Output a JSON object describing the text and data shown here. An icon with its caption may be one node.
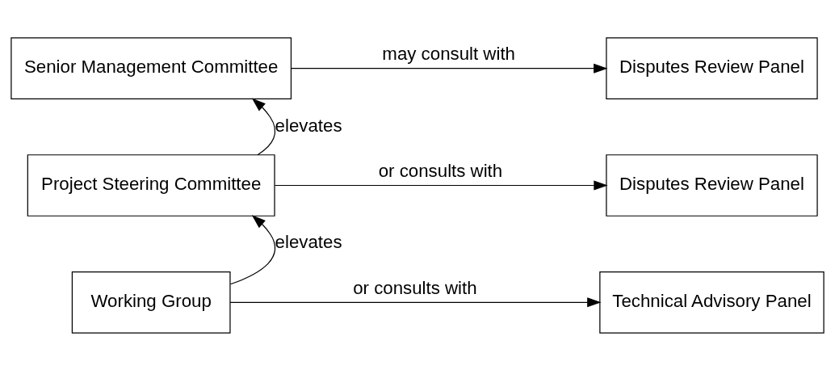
{
  "diagram": {
    "nodes": [
      {
        "text": [
          "Senior Management Committee"
        ]
      },
      {
        "text": [
          "Disputes Review Panel"
        ]
      },
      {
        "text": [
          "Project Steering Committee"
        ]
      },
      {
        "text": [
          "Disputes Review Panel"
        ]
      },
      {
        "text": [
          "Working Group"
        ]
      },
      {
        "text": [
          "Technical Advisory Panel"
        ]
      }
    ],
    "edges": [
      {
        "from": 0,
        "to": 1,
        "arrow": "to",
        "label": "may consult with"
      },
      {
        "from": 2,
        "to": 0,
        "arrow": "to",
        "label": "elevates"
      },
      {
        "from": 2,
        "to": 3,
        "arrow": "to",
        "label": "or consults with"
      },
      {
        "from": 4,
        "to": 2,
        "arrow": "to",
        "label": "elevates"
      },
      {
        "from": 4,
        "to": 5,
        "arrow": "to",
        "label": "or consults with"
      }
    ]
  }
}
